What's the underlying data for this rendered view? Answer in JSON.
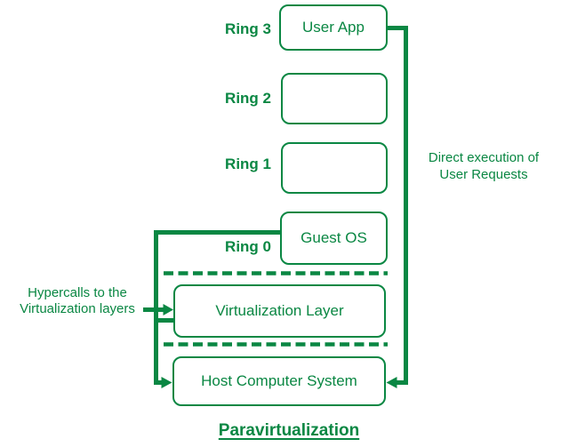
{
  "colors": {
    "green": "#0a8743",
    "background": "#ffffff"
  },
  "rings": [
    {
      "label": "Ring 3",
      "box_text": "User App"
    },
    {
      "label": "Ring 2",
      "box_text": ""
    },
    {
      "label": "Ring 1",
      "box_text": ""
    },
    {
      "label": "Ring 0",
      "box_text": "Guest OS"
    }
  ],
  "layers": [
    {
      "box_text": "Virtualization Layer"
    },
    {
      "box_text": "Host Computer System"
    }
  ],
  "annotations": {
    "direct_execution": {
      "line1": "Direct execution of",
      "line2": "User Requests"
    },
    "hypercalls": {
      "line1": "Hypercalls to the",
      "line2": "Virtualization layers"
    }
  },
  "title": "Paravirtualization"
}
